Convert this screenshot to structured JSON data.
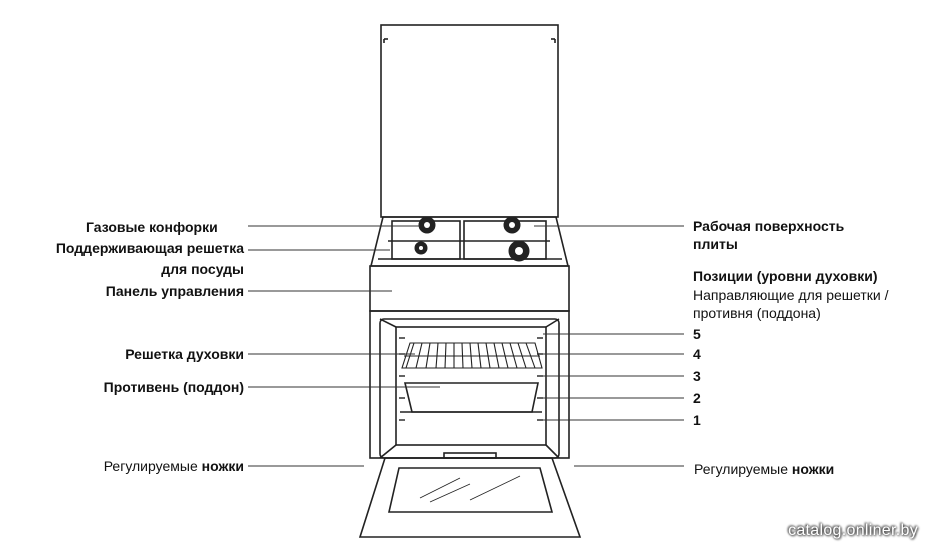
{
  "labels_left": {
    "burners": "Газовые конфорки",
    "grate_line1": "Поддерживающая решетка",
    "grate_line2": "для посуды",
    "control_panel": "Панель управления",
    "oven_rack": "Решетка духовки",
    "tray": "Противень (поддон)",
    "feet_prefix": "Регулируемые ",
    "feet_bold": "ножки"
  },
  "labels_right": {
    "hob_line1": "Рабочая поверхность",
    "hob_line2": "плиты",
    "positions_title": "Позиции (уровни духовки)",
    "guides_line1": "Направляющие  для решетки /",
    "guides_line2": "противня (поддона)",
    "feet_prefix": "Регулируемые ",
    "feet_bold": "ножки"
  },
  "levels": [
    "5",
    "4",
    "3",
    "2",
    "1"
  ],
  "watermark": "catalog.onliner.by"
}
